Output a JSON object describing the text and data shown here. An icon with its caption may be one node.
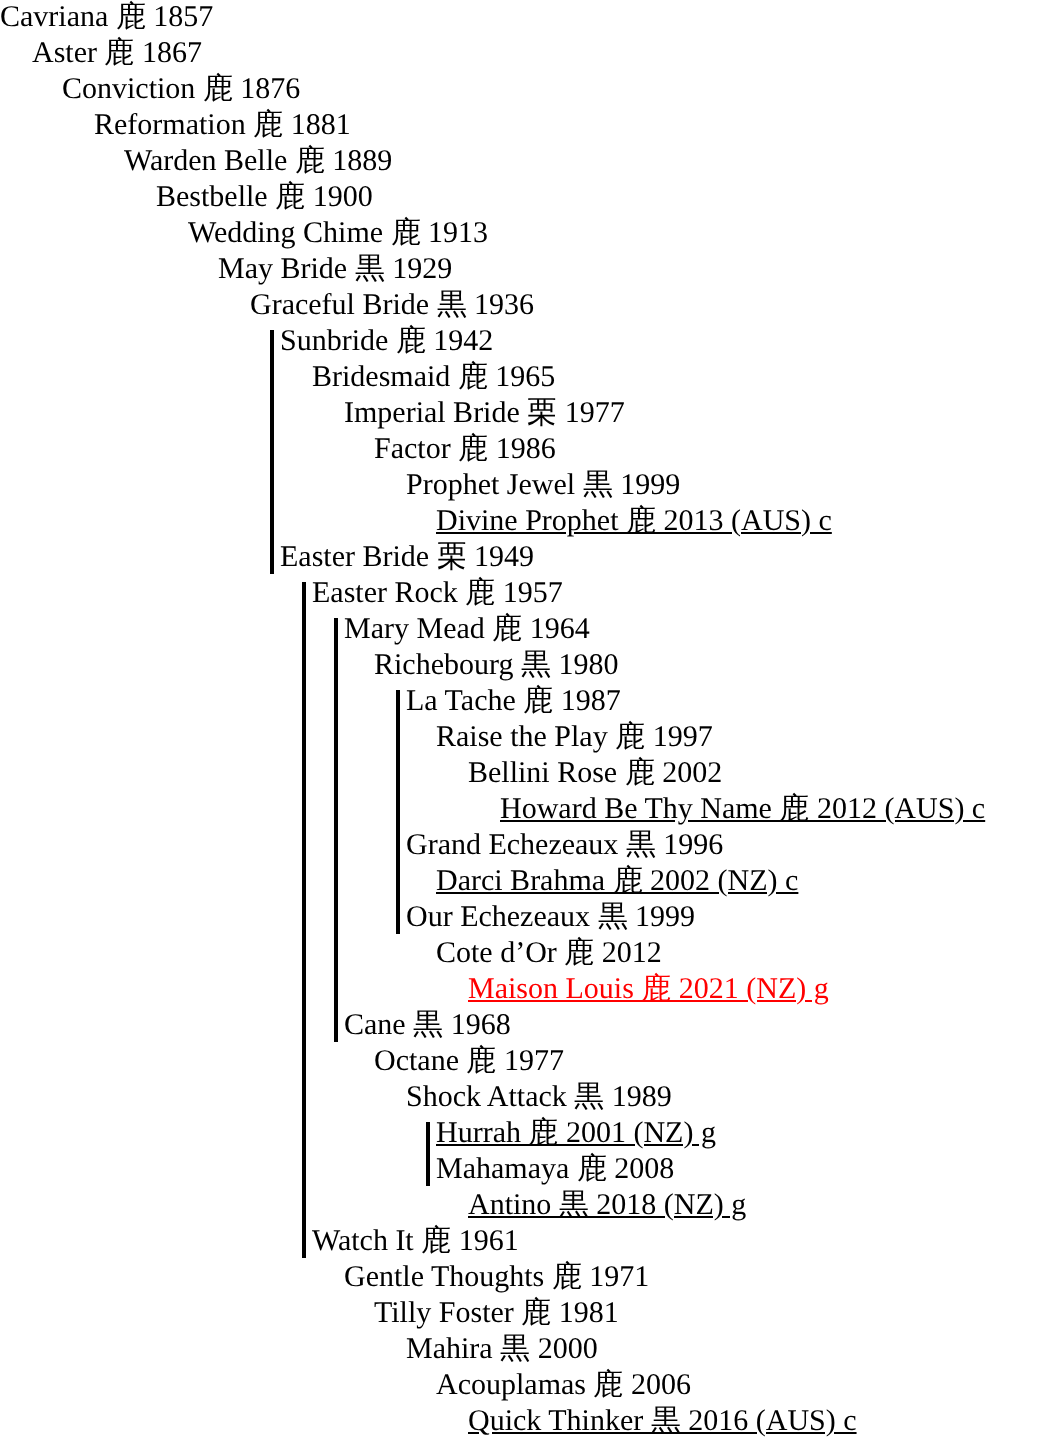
{
  "diagram": {
    "labels": [
      "Cavriana 鹿 1857",
      "Aster 鹿 1867",
      "Conviction 鹿 1876",
      "Reformation 鹿 1881",
      "Warden Belle 鹿 1889",
      "Bestbelle 鹿 1900",
      "Wedding Chime 鹿 1913",
      "May Bride 黒 1929",
      "Graceful Bride 黒 1936",
      "Sunbride 鹿 1942",
      "Bridesmaid 鹿 1965",
      "Imperial Bride 栗 1977",
      "Factor 鹿 1986",
      "Prophet Jewel 黒 1999",
      "Divine Prophet 鹿 2013 (AUS) c",
      "Easter Bride 栗 1949",
      "Easter Rock 鹿 1957",
      "Mary Mead 鹿 1964",
      "Richebourg 黒 1980",
      "La Tache 鹿 1987",
      "Raise the Play 鹿 1997",
      "Bellini Rose 鹿 2002",
      "Howard Be Thy Name 鹿 2012 (AUS) c",
      "Grand Echezeaux 黒 1996",
      "Darci Brahma 鹿 2002 (NZ) c",
      "Our Echezeaux 黒 1999",
      "Cote d’Or 鹿 2012",
      "Maison Louis 鹿 2021 (NZ) g",
      "Cane 黒 1968",
      "Octane 鹿 1977",
      "Shock Attack 黒 1989",
      "Hurrah 鹿 2001 (NZ) g",
      "Mahamaya 鹿 2008",
      "Antino 黒 2018 (NZ) g",
      "Watch It 鹿 1961",
      "Gentle Thoughts 鹿 1971",
      "Tilly Foster 鹿 1981",
      "Mahira 黒 2000",
      "Acouplamas 鹿 2006",
      "Quick Thinker 黒 2016 (AUS) c"
    ]
  }
}
